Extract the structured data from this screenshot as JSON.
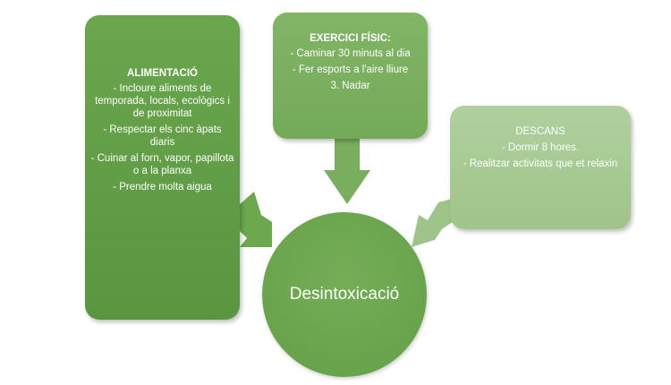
{
  "alimentacio": {
    "title": "ALIMENTACIÓ",
    "items": [
      "- Incloure aliments de temporada, locals, ecològics i de proximitat",
      "- Respectar els cinc àpats diaris",
      "- Cuinar al forn, vapor, papillota o a la planxa",
      "- Prendre molta aigua"
    ]
  },
  "exercici": {
    "title": "EXERCICI FÍSIC:",
    "items": [
      "- Caminar 30 minuts al dia",
      "- Fer esports a l'aire lliure",
      "3. Nadar"
    ]
  },
  "descans": {
    "title": "DESCANS",
    "items": [
      "- Dormir 8 hores.",
      "- Realitzar activitats que et relaxin"
    ]
  },
  "center": {
    "label": "Desintoxicació"
  },
  "colors": {
    "left": "#5f9b44",
    "top": "#78ad5d",
    "right": "#a6c993",
    "circle": "#6aa64d"
  }
}
